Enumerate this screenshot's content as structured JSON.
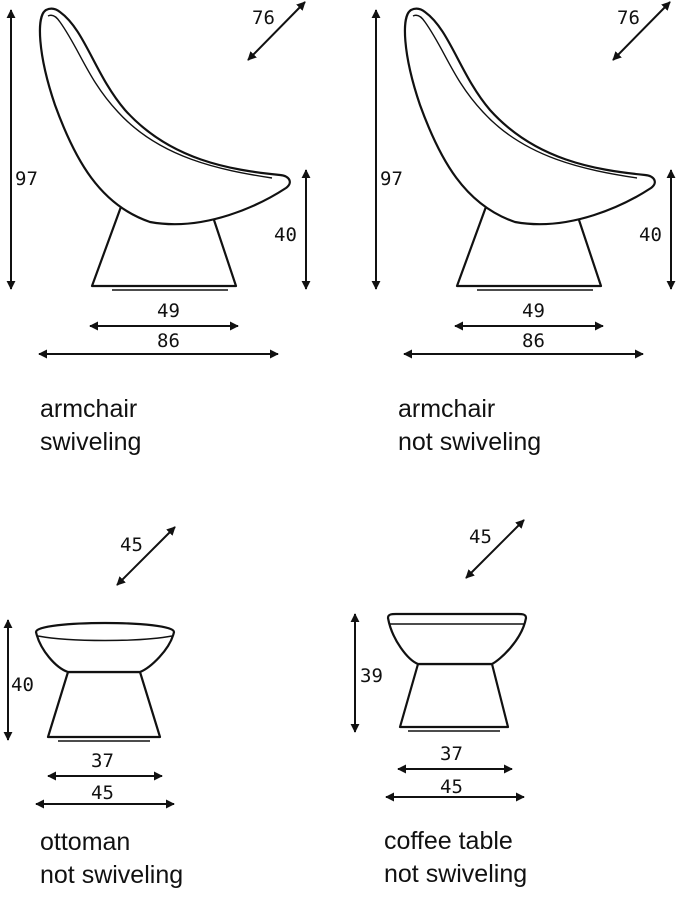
{
  "items": [
    {
      "caption_line1": "armchair",
      "caption_line2": "swiveling",
      "dims": {
        "height": "97",
        "depth": "76",
        "seat_height": "40",
        "base_width": "49",
        "overall_width": "86"
      }
    },
    {
      "caption_line1": "armchair",
      "caption_line2": "not swiveling",
      "dims": {
        "height": "97",
        "depth": "76",
        "seat_height": "40",
        "base_width": "49",
        "overall_width": "86"
      }
    },
    {
      "caption_line1": "ottoman",
      "caption_line2": "not swiveling",
      "dims": {
        "depth": "45",
        "height": "40",
        "base_width": "37",
        "top_width": "45"
      }
    },
    {
      "caption_line1": "coffee table",
      "caption_line2": "not swiveling",
      "dims": {
        "depth": "45",
        "height": "39",
        "base_width": "37",
        "top_width": "45"
      }
    }
  ]
}
